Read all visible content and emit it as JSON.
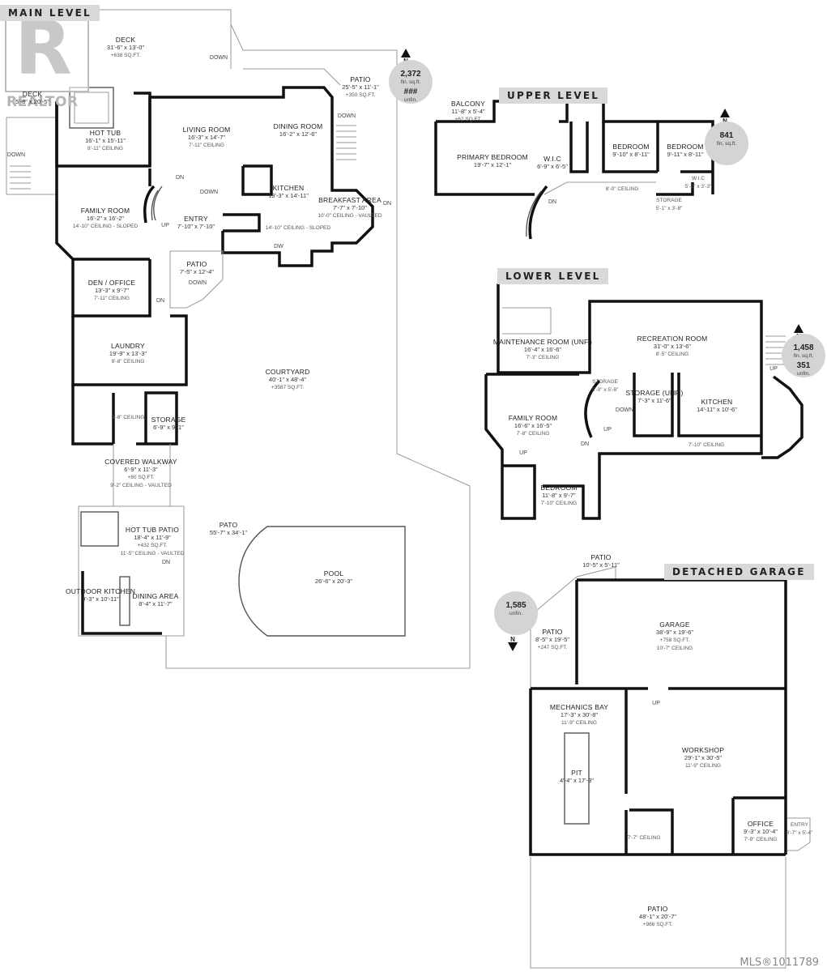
{
  "levels": {
    "main": "MAIN LEVEL",
    "upper": "UPPER LEVEL",
    "lower": "LOWER LEVEL",
    "garage": "DETACHED GARAGE"
  },
  "badges": {
    "main": {
      "value": "2,372",
      "unit": "fin. sq.ft.",
      "extra": "###",
      "extra_unit": "unfin."
    },
    "upper": {
      "value": "841",
      "unit": "fin. sq.ft."
    },
    "lower": {
      "value": "1,458",
      "unit": "fin. sq.ft.",
      "extra": "351",
      "extra_unit": "unfin."
    },
    "garage": {
      "value": "1,585",
      "unit": "unfin."
    }
  },
  "compass_label": "N",
  "main_rooms": {
    "deck": {
      "name": "DECK",
      "size": "31'-6\" x 13'-0\"",
      "area": "+638 SQ.FT."
    },
    "deck2": {
      "name": "DECK",
      "size": "5'-8\" x 20'-5\""
    },
    "patio_top": {
      "name": "PATIO",
      "size": "25'-5\" x 11'-1\"",
      "area": "+350 SQ.FT."
    },
    "hot_tub": {
      "name": "HOT TUB",
      "size": "16'-1\" x 15'-11\"",
      "ceiling": "8'-11\" CEILING"
    },
    "living": {
      "name": "LIVING ROOM",
      "size": "16'-3\" x 14'-7\"",
      "ceiling": "7'-11\" CEILING"
    },
    "dining": {
      "name": "DINING ROOM",
      "size": "16'-2\" x 12'-6\""
    },
    "kitchen": {
      "name": "KITCHEN",
      "size": "13'-3\" x 14'-11\"",
      "ceiling": "14'-10\" CEILING - SLOPED"
    },
    "breakfast": {
      "name": "BREAKFAST AREA",
      "size": "7'-7\" x 7'-10\"",
      "ceiling": "10'-0\" CEILING - VAULTED"
    },
    "family": {
      "name": "FAMILY ROOM",
      "size": "16'-2\" x 16'-2\"",
      "ceiling": "14'-10\" CEILING - SLOPED"
    },
    "entry": {
      "name": "ENTRY",
      "size": "7'-10\" x 7'-10\""
    },
    "patio_small": {
      "name": "PATIO",
      "size": "7'-5\" x 12'-4\""
    },
    "den": {
      "name": "DEN / OFFICE",
      "size": "13'-3\" x 9'-7\"",
      "ceiling": "7'-11\" CEILING"
    },
    "laundry": {
      "name": "LAUNDRY",
      "size": "19'-9\" x 13'-3\"",
      "ceiling": "9'-8\" CEILING"
    },
    "bath_ceiling": "9'-8\" CEILING",
    "storage": {
      "name": "STORAGE",
      "size": "6'-9\" x 9'-1\""
    },
    "courtyard": {
      "name": "COURTYARD",
      "size": "40'-1\" x 48'-4\"",
      "area": "+3587 SQ.FT."
    },
    "walkway": {
      "name": "COVERED WALKWAY",
      "size": "6'-9\" x 11'-3\"",
      "area": "+80 SQ.FT.",
      "ceiling": "9'-2\" CEILING - VAULTED"
    },
    "hot_tub_patio": {
      "name": "HOT TUB  PATIO",
      "size": "18'-4\" x 11'-9\"",
      "area": "+432 SQ.FT.",
      "ceiling": "11'-5\" CEILING - VAULTED"
    },
    "outdoor_kitchen": {
      "name": "OUTDOOR KITCHEN",
      "size": "9'-3\" x 10'-11\""
    },
    "dining_area": {
      "name": "DINING AREA",
      "size": "8'-4\" x 11'-7\""
    },
    "pato": {
      "name": "PATO",
      "size": "55'-7\" x 34'-1\""
    },
    "pool": {
      "name": "POOL",
      "size": "26'-6\" x 20'-3\""
    }
  },
  "upper_rooms": {
    "balcony": {
      "name": "BALCONY",
      "size": "11'-8\" x 5'-4\"",
      "area": "+62 SQ.FT."
    },
    "primary": {
      "name": "PRIMARY BEDROOM",
      "size": "19'-7\" x 12'-1\""
    },
    "wic": {
      "name": "W.I.C",
      "size": "6'-9\" x 6'-5\""
    },
    "bed1": {
      "name": "BEDROOM",
      "size": "9'-10\" x 8'-11\""
    },
    "bed2": {
      "name": "BEDROOM",
      "size": "9'-11\" x 8'-11\""
    },
    "wic2": {
      "name": "W.I.C",
      "size": "5'-2\" x 3'-3\""
    },
    "storage": {
      "name": "STORAGE",
      "size": "5'-1\" x 3'-8\""
    },
    "ceiling": "8'-0\" CEILING"
  },
  "lower_rooms": {
    "maintenance": {
      "name": "MAINTENANCE ROOM (UNF.)",
      "size": "16'-4\" x 16'-6\"",
      "ceiling": "7'-3\" CEILING"
    },
    "recreation": {
      "name": "RECREATION ROOM",
      "size": "31'-0\" x 13'-6\"",
      "ceiling": "8'-5\" CEILING"
    },
    "storage_small": {
      "name": "STORAGE",
      "size": "5'-0\" x 5'-6\""
    },
    "storage_unf": {
      "name": "STORAGE (UNF.)",
      "size": "7'-3\" x 11'-6\""
    },
    "kitchen": {
      "name": "KITCHEN",
      "size": "14'-11\" x 10'-6\""
    },
    "family": {
      "name": "FAMILY ROOM",
      "size": "16'-6\" x 16'-5\"",
      "ceiling": "7'-8\" CEILING"
    },
    "bedroom": {
      "name": "BEDROOM",
      "size": "11'-8\" x 9'-7\"",
      "ceiling": "7'-10\" CEILING"
    },
    "ceiling": "7'-10\" CEILING"
  },
  "garage_rooms": {
    "patio_top": {
      "name": "PATIO",
      "size": "10'-5\" x 5'-11\""
    },
    "patio_left": {
      "name": "PATIO",
      "size": "8'-5\" x 19'-5\"",
      "area": "+247 SQ.FT."
    },
    "garage": {
      "name": "GARAGE",
      "size": "38'-9\" x 19'-6\"",
      "area": "+758 SQ.FT.",
      "ceiling": "10'-7\" CEILING"
    },
    "mechanics": {
      "name": "MECHANICS BAY",
      "size": "17'-3\" x 30'-8\"",
      "ceiling": "11'-9\" CEILING"
    },
    "pit": {
      "name": "PIT",
      "size": "4'-4\" x 17'-3\""
    },
    "workshop": {
      "name": "WORKSHOP",
      "size": "29'-1\" x 30'-5\"",
      "ceiling": "11'-9\" CEILING"
    },
    "office": {
      "name": "OFFICE",
      "size": "9'-3\" x 10'-4\"",
      "ceiling": "7'-9\" CEILING"
    },
    "entry": {
      "name": "ENTRY",
      "size": "3'-7\" x 5'-4\""
    },
    "bath_ceiling": "7'-7\" CEILING",
    "patio_bottom": {
      "name": "PATIO",
      "size": "48'-1\" x 20'-7\"",
      "area": "+966 SQ.FT."
    }
  },
  "tags": {
    "down": "DOWN",
    "dn": "DN",
    "up": "UP",
    "dw": "DW"
  },
  "logo_word": "REALTOR",
  "mls": "MLS®1011789"
}
